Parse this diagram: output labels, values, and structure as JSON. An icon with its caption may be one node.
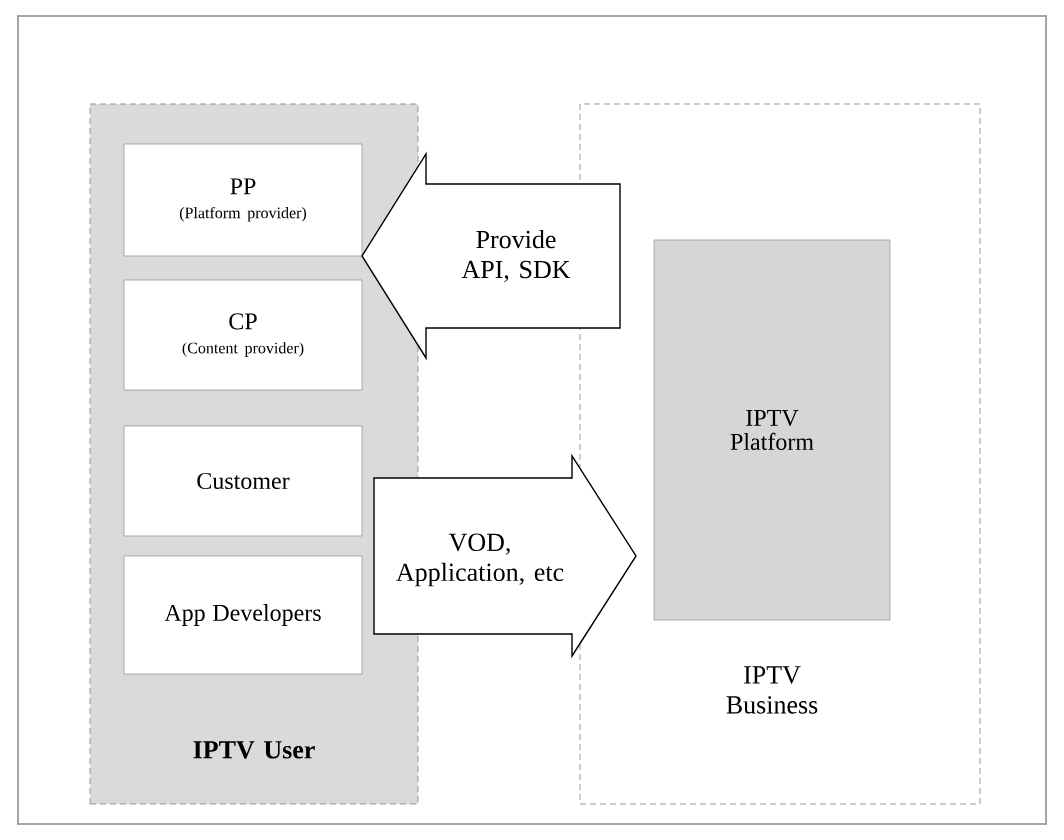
{
  "diagram": {
    "nodes": [
      {
        "text": [
          "IPTV User"
        ]
      },
      {
        "text": [
          "PP",
          "(Platform provider)"
        ],
        "in": 0
      },
      {
        "text": [
          "CP",
          "(Content provider)"
        ],
        "in": 0
      },
      {
        "text": [
          "Customer"
        ],
        "in": 0
      },
      {
        "text": [
          "App Developers"
        ],
        "in": 0
      },
      {
        "text": [
          "IPTV Business"
        ]
      },
      {
        "text": [
          "IPTV Platform"
        ],
        "in": 5
      }
    ],
    "edges": [
      {
        "from": 5,
        "to": 0,
        "arrow": "to",
        "label": "Provide API, SDK"
      },
      {
        "from": 0,
        "to": 6,
        "arrow": "to",
        "label": "VOD, Application, etc"
      }
    ]
  }
}
